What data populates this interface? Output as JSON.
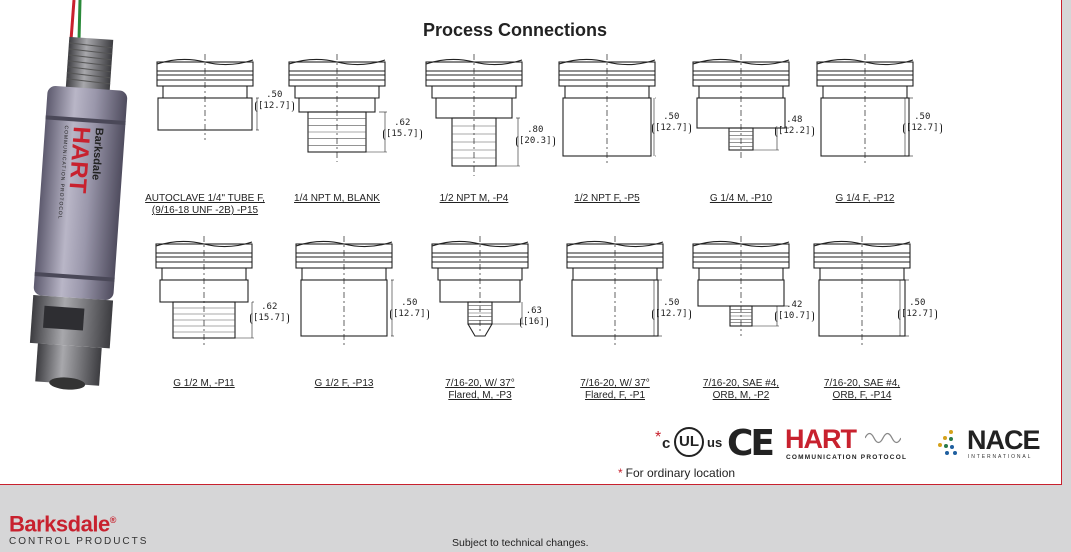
{
  "section_title": "Process Connections",
  "sensor": {
    "brand": "Barksdale",
    "protocol_word": "HART",
    "protocol_sub": "COMMUNICATION PROTOCOL"
  },
  "connections": [
    {
      "caption_line1": "AUTOCLAVE 1/4\" TUBE F,",
      "caption_line2": "(9/16-18 UNF -2B) -P15",
      "dim_in": ".50",
      "dim_mm": "[12.7]"
    },
    {
      "caption_line1": "1/4 NPT M, BLANK",
      "caption_line2": "",
      "dim_in": ".62",
      "dim_mm": "[15.7]"
    },
    {
      "caption_line1": "1/2 NPT  M, -P4",
      "caption_line2": "",
      "dim_in": ".80",
      "dim_mm": "[20.3]"
    },
    {
      "caption_line1": "1/2 NPT  F, -P5",
      "caption_line2": "",
      "dim_in": ".50",
      "dim_mm": "[12.7]"
    },
    {
      "caption_line1": "G 1/4 M, -P10",
      "caption_line2": "",
      "dim_in": ".48",
      "dim_mm": "[12.2]"
    },
    {
      "caption_line1": "G 1/4 F, -P12",
      "caption_line2": "",
      "dim_in": ".50",
      "dim_mm": "[12.7]"
    },
    {
      "caption_line1": "G 1/2 M, -P11",
      "caption_line2": "",
      "dim_in": ".62",
      "dim_mm": "[15.7]"
    },
    {
      "caption_line1": "G 1/2 F, -P13",
      "caption_line2": "",
      "dim_in": ".50",
      "dim_mm": "[12.7]"
    },
    {
      "caption_line1": "7/16-20, W/ 37°",
      "caption_line2": "Flared, M, -P3",
      "dim_in": ".63",
      "dim_mm": "[16]"
    },
    {
      "caption_line1": "7/16-20, W/ 37°",
      "caption_line2": "Flared, F, -P1",
      "dim_in": ".50",
      "dim_mm": "[12.7]"
    },
    {
      "caption_line1": "7/16-20, SAE #4,",
      "caption_line2": "ORB, M, -P2",
      "dim_in": ".42",
      "dim_mm": "[10.7]"
    },
    {
      "caption_line1": "7/16-20, SAE #4,",
      "caption_line2": "ORB, F, -P14",
      "dim_in": ".50",
      "dim_mm": "[12.7]"
    }
  ],
  "certifications": {
    "ul_star": "*",
    "ul_c": "c",
    "ul_mark": "UL",
    "ul_us": "us",
    "ce": "CE",
    "hart_word": "HART",
    "hart_sub": "COMMUNICATION PROTOCOL",
    "nace_word": "NACE",
    "nace_sub": "INTERNATIONAL",
    "icons": [
      "ul-listed-icon",
      "ce-mark-icon",
      "hart-logo-icon",
      "nace-logo-icon"
    ]
  },
  "note": {
    "asterisk": "*",
    "text": "For ordinary location"
  },
  "footer": {
    "brand_name": "Barksdale",
    "brand_reg": "®",
    "brand_sub": "CONTROL PRODUCTS",
    "disclaimer": "Subject to technical changes."
  },
  "colors": {
    "accent_red": "#c8212e",
    "background": "#d6d6d7",
    "line": "#222222"
  }
}
